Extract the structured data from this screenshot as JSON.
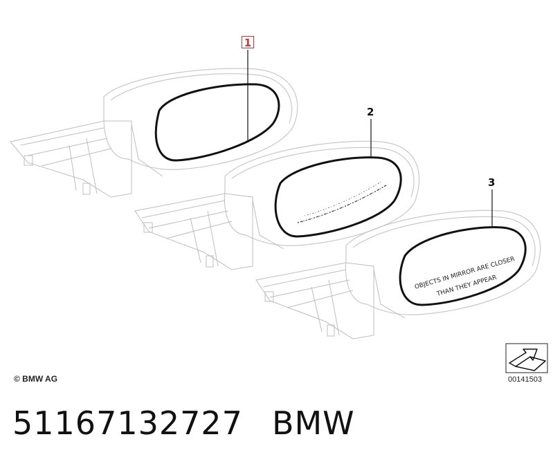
{
  "callouts": [
    {
      "id": "1",
      "highlighted": true,
      "color": "#d9342b"
    },
    {
      "id": "2"
    },
    {
      "id": "3"
    }
  ],
  "mirror_3_text": {
    "line1": "OBJECTS IN MIRROR ARE CLOSER",
    "line2": "THAN THEY APPEAR"
  },
  "copyright": "© BMW AG",
  "diagram_id": "00141503",
  "footer": {
    "part_number": "51167132727",
    "brand": "BMW"
  }
}
